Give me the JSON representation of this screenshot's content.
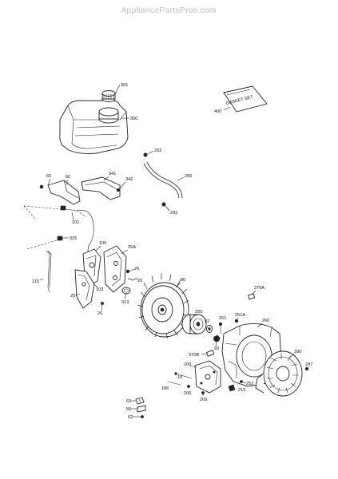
{
  "watermark": "AppliancePartsPros.com",
  "callouts": {
    "p301": "301",
    "p300": "300",
    "p400": "400",
    "p292a": "292",
    "p290": "290",
    "p292b": "292",
    "p65": "65",
    "p60": "60",
    "p341": "341",
    "p342": "342",
    "p101": "101",
    "p325": "325",
    "p110": "110",
    "p100": "100",
    "p25A": "25A",
    "p26a": "26",
    "p20": "20",
    "p25": "25",
    "p103": "103",
    "p313": "313",
    "p26b": "26",
    "p90": "90",
    "p370A": "370A",
    "p255": "255",
    "p92": "92",
    "p261": "261",
    "p251A": "251A",
    "p260": "260",
    "p93": "93",
    "p370B": "370B",
    "p390": "390",
    "p200": "200",
    "p19": "19",
    "p287": "287",
    "p186": "186",
    "p206": "206",
    "p209": "209",
    "p252": "252",
    "p215": "215",
    "p63": "63",
    "p66": "66",
    "p62": "62"
  },
  "gasket_set_text": "GASKET SET"
}
